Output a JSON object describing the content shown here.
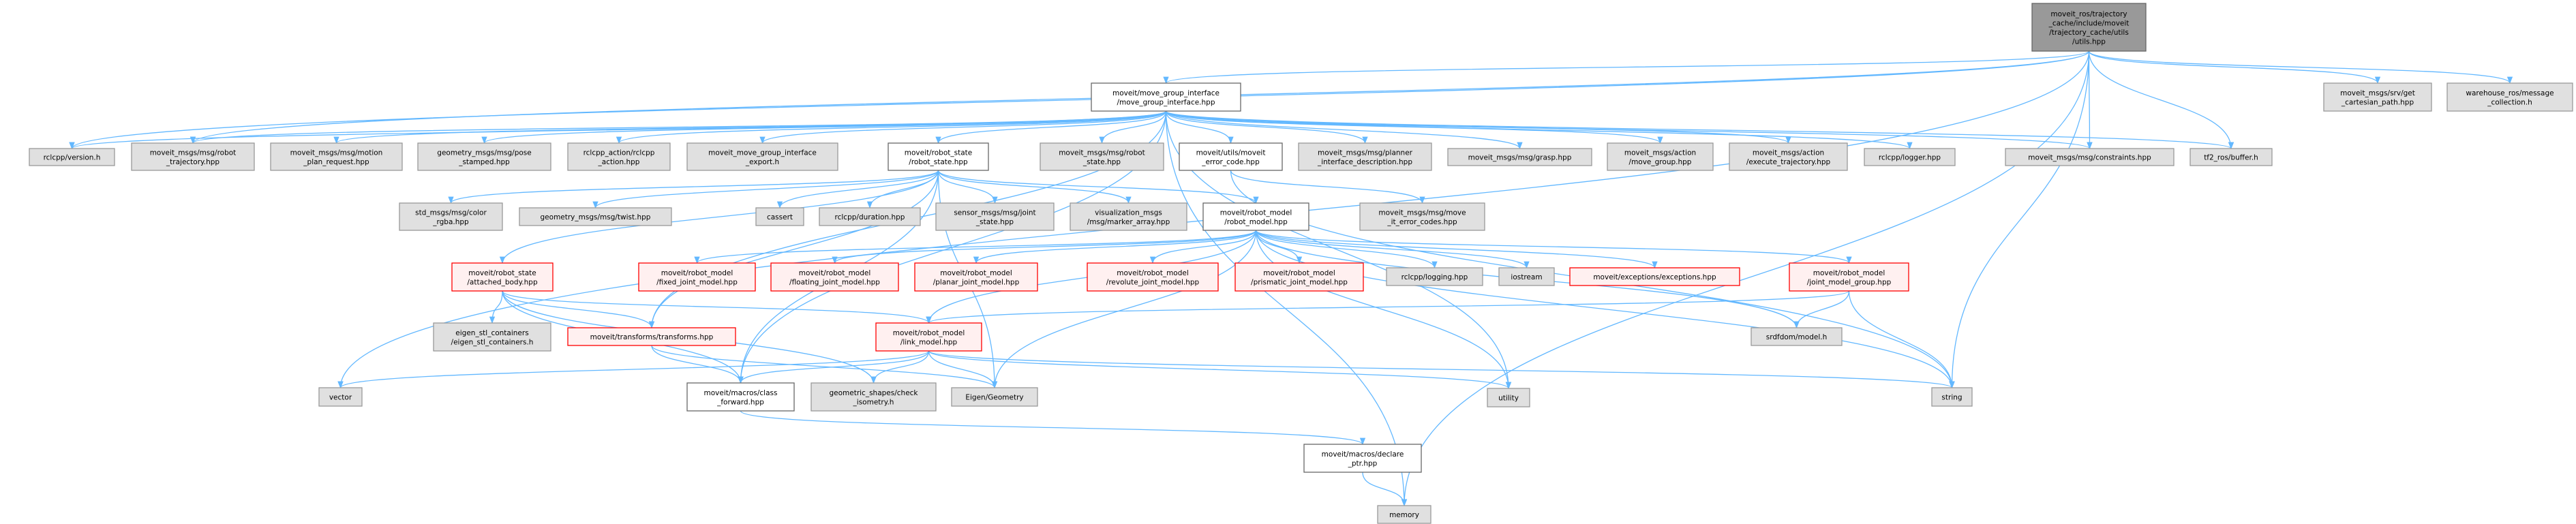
{
  "graph": {
    "title": "moveit_ros/trajectory_cache/include/moveit/trajectory_cache/utils/utils.hpp",
    "edge_color": "#63b8ff",
    "nodes": {
      "root": {
        "lines": [
          "moveit_ros/trajectory",
          "_cache/include/moveit",
          "/trajectory_cache/utils",
          "/utils.hpp"
        ],
        "kind": "root"
      },
      "mgi": {
        "lines": [
          "moveit/move_group_interface",
          "/move_group_interface.hpp"
        ],
        "kind": "white"
      },
      "version": {
        "lines": [
          "rclcpp/version.h"
        ],
        "kind": "gray"
      },
      "rtraj": {
        "lines": [
          "moveit_msgs/msg/robot",
          "_trajectory.hpp"
        ],
        "kind": "gray"
      },
      "mpr": {
        "lines": [
          "moveit_msgs/msg/motion",
          "_plan_request.hpp"
        ],
        "kind": "gray"
      },
      "pose": {
        "lines": [
          "geometry_msgs/msg/pose",
          "_stamped.hpp"
        ],
        "kind": "gray"
      },
      "rcl_action": {
        "lines": [
          "rclcpp_action/rclcpp",
          "_action.hpp"
        ],
        "kind": "gray"
      },
      "export": {
        "lines": [
          "moveit_move_group_interface",
          "_export.h"
        ],
        "kind": "gray"
      },
      "rstate": {
        "lines": [
          "moveit/robot_state",
          "/robot_state.hpp"
        ],
        "kind": "white"
      },
      "msg_rstate": {
        "lines": [
          "moveit_msgs/msg/robot",
          "_state.hpp"
        ],
        "kind": "gray"
      },
      "err": {
        "lines": [
          "moveit/utils/moveit",
          "_error_code.hpp"
        ],
        "kind": "white"
      },
      "planner": {
        "lines": [
          "moveit_msgs/msg/planner",
          "_interface_description.hpp"
        ],
        "kind": "gray"
      },
      "grasp": {
        "lines": [
          "moveit_msgs/msg/grasp.hpp"
        ],
        "kind": "gray"
      },
      "amg": {
        "lines": [
          "moveit_msgs/action",
          "/move_group.hpp"
        ],
        "kind": "gray"
      },
      "aet": {
        "lines": [
          "moveit_msgs/action",
          "/execute_trajectory.hpp"
        ],
        "kind": "gray"
      },
      "logger": {
        "lines": [
          "rclcpp/logger.hpp"
        ],
        "kind": "gray"
      },
      "constraints": {
        "lines": [
          "moveit_msgs/msg/constraints.hpp"
        ],
        "kind": "gray"
      },
      "tf2": {
        "lines": [
          "tf2_ros/buffer.h"
        ],
        "kind": "gray"
      },
      "cart": {
        "lines": [
          "moveit_msgs/srv/get",
          "_cartesian_path.hpp"
        ],
        "kind": "gray"
      },
      "warehouse": {
        "lines": [
          "warehouse_ros/message",
          "_collection.h"
        ],
        "kind": "gray"
      },
      "color": {
        "lines": [
          "std_msgs/msg/color",
          "_rgba.hpp"
        ],
        "kind": "gray"
      },
      "twist": {
        "lines": [
          "geometry_msgs/msg/twist.hpp"
        ],
        "kind": "gray"
      },
      "cassert": {
        "lines": [
          "cassert"
        ],
        "kind": "gray"
      },
      "duration": {
        "lines": [
          "rclcpp/duration.hpp"
        ],
        "kind": "gray"
      },
      "joint_state": {
        "lines": [
          "sensor_msgs/msg/joint",
          "_state.hpp"
        ],
        "kind": "gray"
      },
      "marker": {
        "lines": [
          "visualization_msgs",
          "/msg/marker_array.hpp"
        ],
        "kind": "gray"
      },
      "rmodel": {
        "lines": [
          "moveit/robot_model",
          "/robot_model.hpp"
        ],
        "kind": "white"
      },
      "errcodes": {
        "lines": [
          "moveit_msgs/msg/move",
          "_it_error_codes.hpp"
        ],
        "kind": "gray"
      },
      "attached": {
        "lines": [
          "moveit/robot_state",
          "/attached_body.hpp"
        ],
        "kind": "red"
      },
      "fixed": {
        "lines": [
          "moveit/robot_model",
          "/fixed_joint_model.hpp"
        ],
        "kind": "red"
      },
      "floating": {
        "lines": [
          "moveit/robot_model",
          "/floating_joint_model.hpp"
        ],
        "kind": "red"
      },
      "planar": {
        "lines": [
          "moveit/robot_model",
          "/planar_joint_model.hpp"
        ],
        "kind": "red"
      },
      "revolute": {
        "lines": [
          "moveit/robot_model",
          "/revolute_joint_model.hpp"
        ],
        "kind": "red"
      },
      "prismatic": {
        "lines": [
          "moveit/robot_model",
          "/prismatic_joint_model.hpp"
        ],
        "kind": "red"
      },
      "logging": {
        "lines": [
          "rclcpp/logging.hpp"
        ],
        "kind": "gray"
      },
      "iostream": {
        "lines": [
          "iostream"
        ],
        "kind": "gray"
      },
      "exceptions": {
        "lines": [
          "moveit/exceptions/exceptions.hpp"
        ],
        "kind": "red"
      },
      "jmg": {
        "lines": [
          "moveit/robot_model",
          "/joint_model_group.hpp"
        ],
        "kind": "red"
      },
      "eigen_stl": {
        "lines": [
          "eigen_stl_containers",
          "/eigen_stl_containers.h"
        ],
        "kind": "gray"
      },
      "transforms": {
        "lines": [
          "moveit/transforms/transforms.hpp"
        ],
        "kind": "red"
      },
      "link": {
        "lines": [
          "moveit/robot_model",
          "/link_model.hpp"
        ],
        "kind": "red"
      },
      "srdf": {
        "lines": [
          "srdfdom/model.h"
        ],
        "kind": "gray"
      },
      "vector": {
        "lines": [
          "vector"
        ],
        "kind": "gray"
      },
      "class_fwd": {
        "lines": [
          "moveit/macros/class",
          "_forward.hpp"
        ],
        "kind": "white"
      },
      "geometric": {
        "lines": [
          "geometric_shapes/check",
          "_isometry.h"
        ],
        "kind": "gray"
      },
      "eigen": {
        "lines": [
          "Eigen/Geometry"
        ],
        "kind": "gray"
      },
      "utility": {
        "lines": [
          "utility"
        ],
        "kind": "gray"
      },
      "string": {
        "lines": [
          "string"
        ],
        "kind": "gray"
      },
      "declare": {
        "lines": [
          "moveit/macros/declare",
          "_ptr.hpp"
        ],
        "kind": "white"
      },
      "memory": {
        "lines": [
          "memory"
        ],
        "kind": "gray"
      }
    },
    "edges": [
      [
        "root",
        "mgi"
      ],
      [
        "root",
        "version"
      ],
      [
        "root",
        "rtraj"
      ],
      [
        "root",
        "vector"
      ],
      [
        "root",
        "constraints"
      ],
      [
        "root",
        "tf2"
      ],
      [
        "root",
        "cart"
      ],
      [
        "root",
        "warehouse"
      ],
      [
        "root",
        "string"
      ],
      [
        "root",
        "memory"
      ],
      [
        "mgi",
        "version"
      ],
      [
        "mgi",
        "rtraj"
      ],
      [
        "mgi",
        "mpr"
      ],
      [
        "mgi",
        "pose"
      ],
      [
        "mgi",
        "rcl_action"
      ],
      [
        "mgi",
        "export"
      ],
      [
        "mgi",
        "rstate"
      ],
      [
        "mgi",
        "msg_rstate"
      ],
      [
        "mgi",
        "err"
      ],
      [
        "mgi",
        "planner"
      ],
      [
        "mgi",
        "grasp"
      ],
      [
        "mgi",
        "amg"
      ],
      [
        "mgi",
        "aet"
      ],
      [
        "mgi",
        "logger"
      ],
      [
        "mgi",
        "constraints"
      ],
      [
        "mgi",
        "tf2"
      ],
      [
        "mgi",
        "memory"
      ],
      [
        "mgi",
        "utility"
      ],
      [
        "mgi",
        "class_fwd"
      ],
      [
        "mgi",
        "transforms"
      ],
      [
        "rstate",
        "color"
      ],
      [
        "rstate",
        "twist"
      ],
      [
        "rstate",
        "cassert"
      ],
      [
        "rstate",
        "duration"
      ],
      [
        "rstate",
        "joint_state"
      ],
      [
        "rstate",
        "marker"
      ],
      [
        "rstate",
        "rmodel"
      ],
      [
        "rstate",
        "attached"
      ],
      [
        "rstate",
        "transforms"
      ],
      [
        "rstate",
        "class_fwd"
      ],
      [
        "rstate",
        "eigen"
      ],
      [
        "err",
        "errcodes"
      ],
      [
        "err",
        "string"
      ],
      [
        "rmodel",
        "fixed"
      ],
      [
        "rmodel",
        "floating"
      ],
      [
        "rmodel",
        "planar"
      ],
      [
        "rmodel",
        "revolute"
      ],
      [
        "rmodel",
        "prismatic"
      ],
      [
        "rmodel",
        "logging"
      ],
      [
        "rmodel",
        "iostream"
      ],
      [
        "rmodel",
        "exceptions"
      ],
      [
        "rmodel",
        "jmg"
      ],
      [
        "rmodel",
        "link"
      ],
      [
        "rmodel",
        "eigen"
      ],
      [
        "rmodel",
        "srdf"
      ],
      [
        "rmodel",
        "utility"
      ],
      [
        "rmodel",
        "string"
      ],
      [
        "attached",
        "eigen_stl"
      ],
      [
        "attached",
        "transforms"
      ],
      [
        "attached",
        "link"
      ],
      [
        "attached",
        "class_fwd"
      ],
      [
        "attached",
        "geometric"
      ],
      [
        "transforms",
        "class_fwd"
      ],
      [
        "transforms",
        "eigen"
      ],
      [
        "link",
        "vector"
      ],
      [
        "link",
        "class_fwd"
      ],
      [
        "link",
        "geometric"
      ],
      [
        "link",
        "eigen"
      ],
      [
        "link",
        "utility"
      ],
      [
        "link",
        "string"
      ],
      [
        "jmg",
        "link"
      ],
      [
        "jmg",
        "srdf"
      ],
      [
        "jmg",
        "string"
      ],
      [
        "class_fwd",
        "declare"
      ],
      [
        "declare",
        "memory"
      ]
    ]
  }
}
